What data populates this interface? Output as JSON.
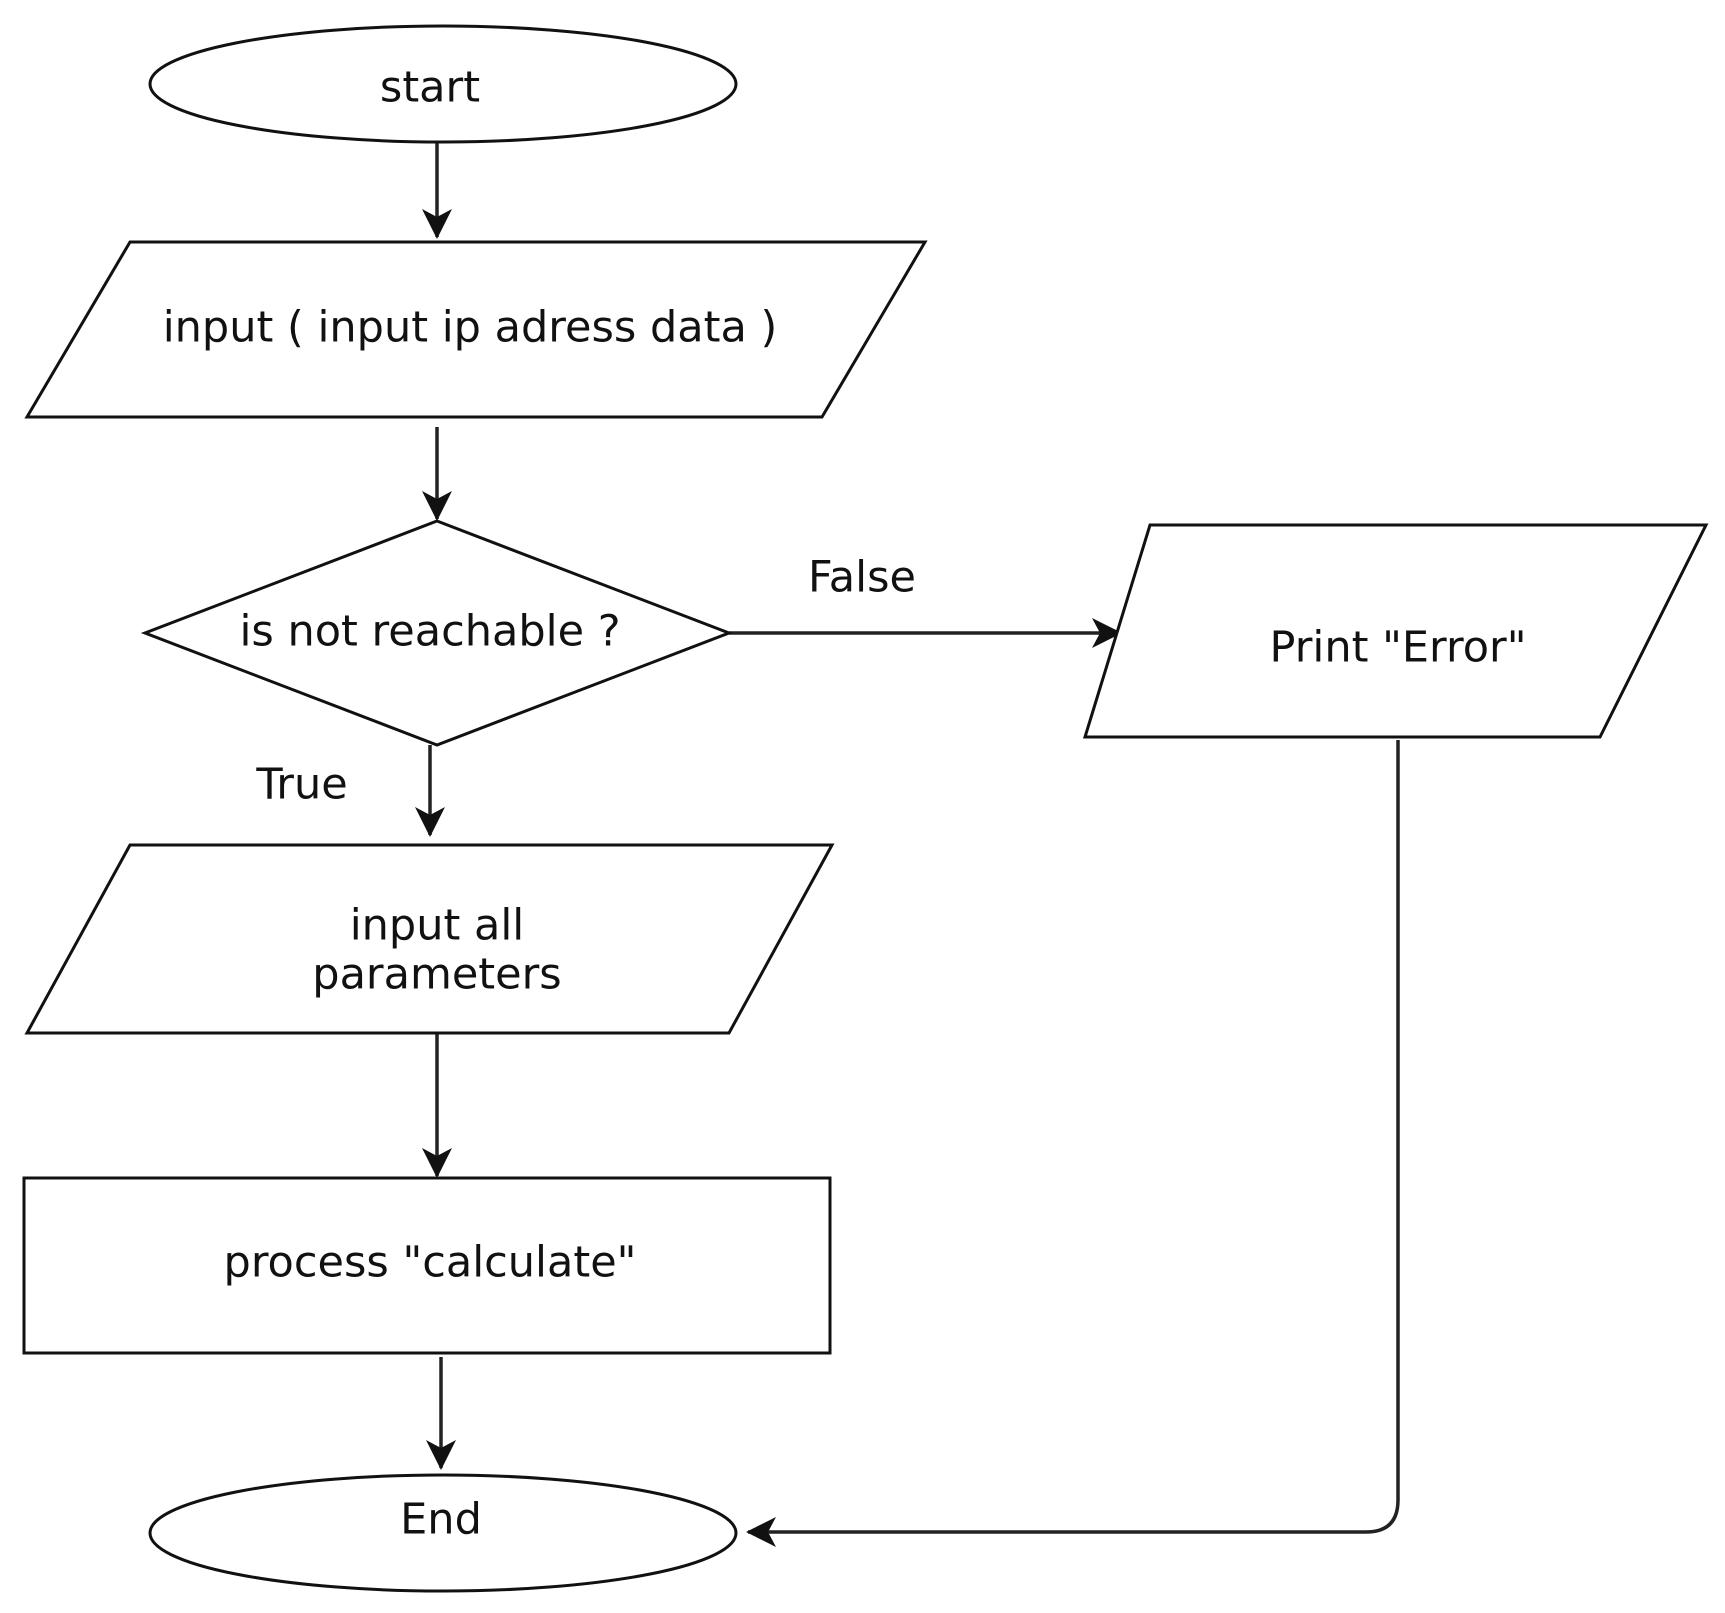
{
  "diagram": {
    "nodes": {
      "start": {
        "label": "start",
        "shape": "ellipse"
      },
      "input_ip": {
        "label": "input ( input ip adress data )",
        "shape": "parallelogram"
      },
      "decision": {
        "label": "is not reachable ?",
        "shape": "diamond"
      },
      "input_params": {
        "line1": "input all",
        "line2": "parameters",
        "shape": "parallelogram"
      },
      "process": {
        "label": "process \"calculate\"",
        "shape": "rectangle"
      },
      "print_error": {
        "label": "Print \"Error\"",
        "shape": "parallelogram"
      },
      "end": {
        "label": "End",
        "shape": "ellipse"
      }
    },
    "edges": {
      "false_label": "False",
      "true_label": "True"
    },
    "colors": {
      "stroke": "#111111",
      "text": "#111111",
      "background": "#ffffff"
    }
  }
}
